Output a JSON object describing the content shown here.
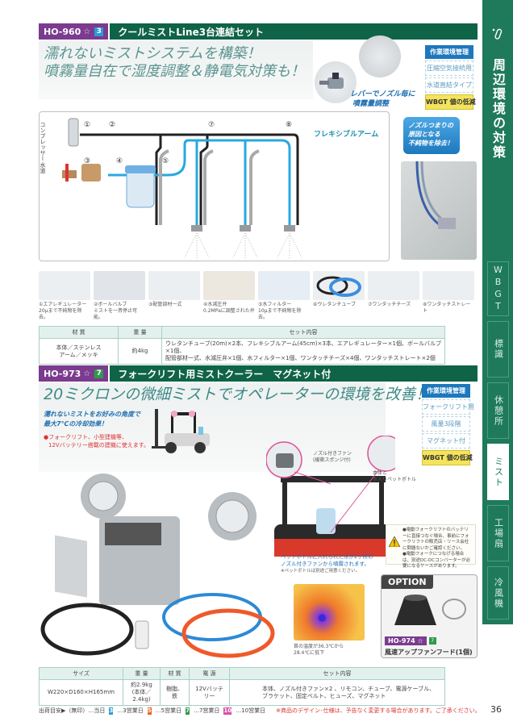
{
  "sidebar": {
    "chapter_title": "周辺環境の対策",
    "tabs": [
      {
        "label": "WBGT",
        "active": false
      },
      {
        "label": "標識",
        "active": false
      },
      {
        "label": "休憩所",
        "active": false
      },
      {
        "label": "ミスト",
        "active": true
      },
      {
        "label": "工場扇",
        "active": false
      },
      {
        "label": "冷風機",
        "active": false
      }
    ],
    "colors": {
      "background": "#1f7a5c",
      "active_tab_bg": "#ffffff"
    }
  },
  "product1": {
    "code": "HO-960",
    "star": "☆",
    "ship_badge": "3",
    "title": "クールミストLine3台連結セット",
    "lead_line1": "濡れないミストシステムを構築！",
    "lead_line2": "噴霧量自在で湿度調整＆静電気対策も！",
    "lever_callout_line1": "レバーでノズル毎に",
    "lever_callout_line2": "噴霧量調整",
    "tags": [
      "作業環境管理",
      "圧縮空気接続用",
      "水道直結タイプ",
      "WBGT 値の低減"
    ],
    "diagram": {
      "side_label_compressor": "コンプレッサー",
      "side_label_water": "水道",
      "numbers": [
        "①",
        "②",
        "③",
        "④",
        "⑤",
        "⑦",
        "⑧"
      ],
      "flex_arm_label": "フレキシブルアーム"
    },
    "bubble_line1": "ノズルつまりの",
    "bubble_line2": "原因となる",
    "bubble_line3": "不純物を除去！",
    "parts": [
      {
        "cap1": "①エアレギュレーター",
        "cap2": "20μまで不純物を除去。"
      },
      {
        "cap1": "②ボールバルブ",
        "cap2": "ミストを一斉停止可能。"
      },
      {
        "cap1": "③配管部材一式",
        "cap2": ""
      },
      {
        "cap1": "④水減圧弁",
        "cap2": "0.2MPaに調整された弁"
      },
      {
        "cap1": "⑤水フィルター",
        "cap2": "10μまで不純物を除去。"
      },
      {
        "cap1": "⑥ウレタンチューブ",
        "cap2": ""
      },
      {
        "cap1": "⑦ワンタッチチーズ",
        "cap2": ""
      },
      {
        "cap1": "⑧ワンタッチストレート",
        "cap2": ""
      }
    ],
    "spec_table": {
      "headers": [
        "材 質",
        "重 量",
        "セット内容"
      ],
      "material_line1": "本体／ステンレス",
      "material_line2": "アーム／メッキ",
      "weight": "約4kg",
      "contents_line1": "ウレタンチューブ(20m)×2本、フレキシブルアーム(45cm)×3本、エアレギュレーター×1個、ボールバルブ×1個、",
      "contents_line2": "配管部材一式、水減圧弁×1個、水フィルター×1個、ワンタッチチーズ×4個、ワンタッチストレート×2個"
    }
  },
  "product2": {
    "code": "HO-973",
    "star": "☆",
    "ship_badge": "7",
    "title": "フォークリフト用ミストクーラー　マグネット付",
    "lead": "20ミクロンの微細ミストでオペレーターの環境を改善！",
    "sub_line1": "濡れないミストをお好みの角度で",
    "sub_line2": "最大7℃の冷却効果！",
    "bullet_line1": "●フォークリフト、小型建機等、",
    "bullet_line2": "12Vバッテリー搭載の建機に使えます。",
    "tags": [
      "作業環境管理",
      "フォークリフト用",
      "風量3段階",
      "マグネット付",
      "WBGT 値の低減"
    ],
    "callout_fan_line1": "ノズル付きファン",
    "callout_fan_line2": "(緩衝スポンジ付)",
    "callout_bottle_line1": "本体と",
    "callout_bottle_line2": "水入りペットボトル",
    "caption_line1": "ペットボトルに入れられた水が2ヶ所の",
    "caption_line2": "ノズル付きファンから噴霧されます。",
    "caption_note": "※ペットボトルは別途ご用意ください。",
    "thermal_caption_line1": "首の温度が36.3℃から",
    "thermal_caption_line2": "28.4℃に低下",
    "warning": {
      "icon_label": "ご注意",
      "line1": "●電動フォークリフトのバッテリーに直接つなぐ場合、事前にフォークリフトの販売店・リース会社に問題ないかご確認ください。",
      "line2": "●電動フォークにつなげる場合は、別途DC-DCコンバーターが必要になるケースがあります。"
    },
    "option": {
      "label": "OPTION",
      "code": "HO-974",
      "star": "☆",
      "ship_badge": "7",
      "name": "風速アップファンフード(1個)"
    },
    "spec_table": {
      "headers": [
        "サイズ",
        "重 量",
        "材 質",
        "電 源",
        "セット内容"
      ],
      "size": "W220×D160×H165mm",
      "weight_line1": "約2.9kg",
      "weight_line2": "(本体／2.4kg)",
      "material": "樹脂、鉄",
      "power": "12Vバッテリー",
      "contents_line1": "本体、ノズル付きファン×2 、リモコン、チューブ、電源ケーブル、",
      "contents_line2": "ブラケット、固定ベルト、ヒューズ、マグネット"
    }
  },
  "footer": {
    "legend_prefix": "出荷目安▶（無印）…当日",
    "legend": [
      {
        "badge": "3",
        "text": "…3営業日",
        "color": "#2a9bd7"
      },
      {
        "badge": "5",
        "text": "…5営業日",
        "color": "#e8632b"
      },
      {
        "badge": "7",
        "text": "…7営業日",
        "color": "#2f9a4a"
      },
      {
        "badge": "10",
        "text": "…10営業日",
        "color": "#d94fa3"
      }
    ],
    "notice": "※商品のデザイン･仕様は、予告なく変更する場合があります。ご了承ください。",
    "page_number": "36"
  },
  "colors": {
    "code_badge": "#7b3b8f",
    "title_bar": "#0f6347",
    "lead_text": "#3d8a86",
    "tag_head": "#1d78bd",
    "tag_wbgt": "#f4e45c"
  }
}
